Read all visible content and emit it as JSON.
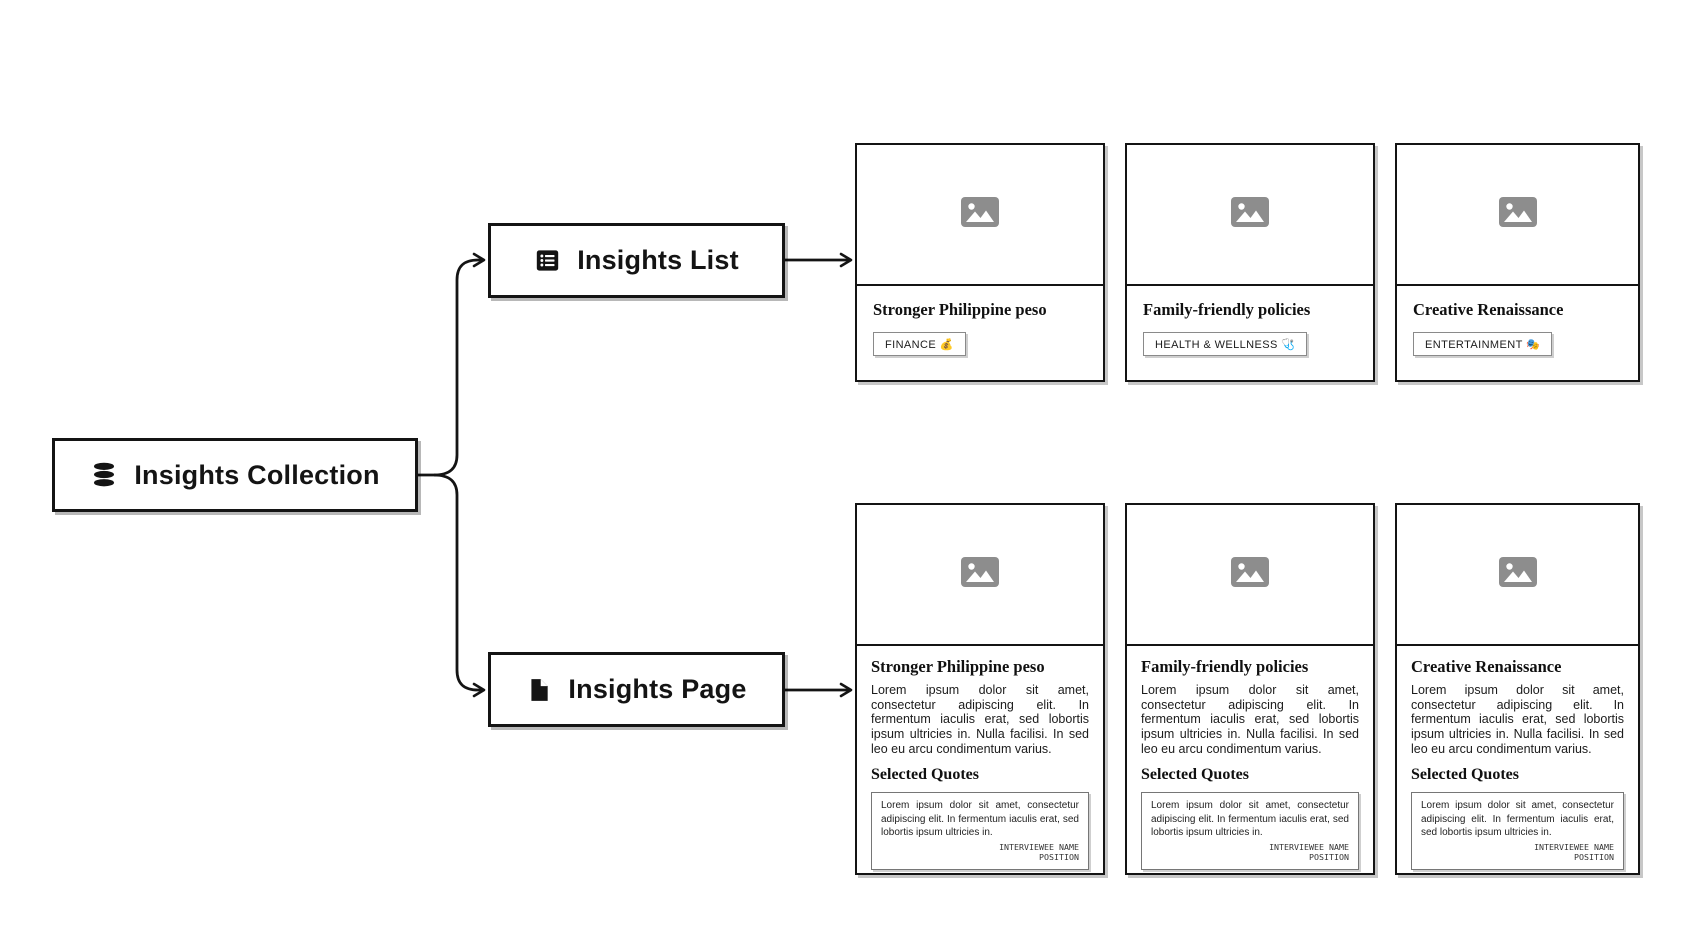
{
  "nodes": {
    "collection": {
      "label": "Insights Collection",
      "icon": "database-icon"
    },
    "list": {
      "label": "Insights List",
      "icon": "list-icon"
    },
    "page": {
      "label": "Insights Page",
      "icon": "document-icon"
    }
  },
  "list_cards": [
    {
      "title": "Stronger Philippine peso",
      "tag": "FINANCE 💰"
    },
    {
      "title": "Family-friendly policies",
      "tag": "HEALTH & WELLNESS 🩺"
    },
    {
      "title": "Creative Renaissance",
      "tag": "ENTERTAINMENT 🎭"
    }
  ],
  "page_cards": [
    {
      "title": "Stronger Philippine peso",
      "body": "Lorem ipsum dolor sit amet, consectetur adipiscing elit. In fermentum iaculis erat, sed lobortis ipsum ultricies in. Nulla facilisi. In sed leo eu arcu condimentum varius.",
      "quotes_heading": "Selected Quotes",
      "quote": {
        "text": "Lorem ipsum dolor sit amet, consectetur adipiscing elit. In fermentum iaculis erat, sed lobortis ipsum ultricies in.",
        "attribution_name": "INTERVIEWEE NAME",
        "attribution_position": "POSITION"
      }
    },
    {
      "title": "Family-friendly policies",
      "body": "Lorem ipsum dolor sit amet, consectetur adipiscing elit. In fermentum iaculis erat, sed lobortis ipsum ultricies in. Nulla facilisi. In sed leo eu arcu condimentum varius.",
      "quotes_heading": "Selected Quotes",
      "quote": {
        "text": "Lorem ipsum dolor sit amet, consectetur adipiscing elit. In fermentum iaculis erat, sed lobortis ipsum ultricies in.",
        "attribution_name": "INTERVIEWEE NAME",
        "attribution_position": "POSITION"
      }
    },
    {
      "title": "Creative Renaissance",
      "body": "Lorem ipsum dolor sit amet, consectetur adipiscing elit. In fermentum iaculis erat, sed lobortis ipsum ultricies in. Nulla facilisi. In sed leo eu arcu condimentum varius.",
      "quotes_heading": "Selected Quotes",
      "quote": {
        "text": "Lorem ipsum dolor sit amet, consectetur adipiscing elit. In fermentum iaculis erat, sed lobortis ipsum ultricies in.",
        "attribution_name": "INTERVIEWEE NAME",
        "attribution_position": "POSITION"
      }
    }
  ],
  "colors": {
    "line": "#141414",
    "card_border": "#141414",
    "image_placeholder": "#8d8d8d",
    "tag_border": "#8a8a8a",
    "background": "#ffffff"
  }
}
